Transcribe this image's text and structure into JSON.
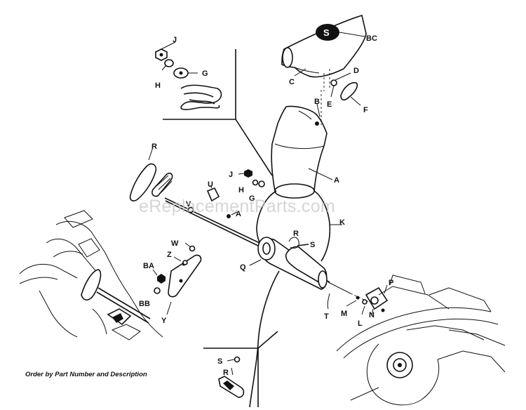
{
  "watermark": "eReplacementParts.com",
  "footer_note": "Order by Part Number and Description",
  "chute_badge": "S",
  "labels": {
    "j_top": "J",
    "h_top": "H",
    "g_top": "G",
    "bc": "BC",
    "c": "C",
    "d": "D",
    "e": "E",
    "f": "F",
    "b": "B",
    "r_grip": "R",
    "j_mid": "J",
    "h_mid": "H",
    "g_mid": "G",
    "a": "A",
    "u": "U",
    "v": "V",
    "a_small": "A",
    "k": "K",
    "r_mid": "R",
    "s_mid": "S",
    "w": "W",
    "z": "Z",
    "ba": "BA",
    "bb": "BB",
    "y": "Y",
    "q": "Q",
    "p": "P",
    "m": "M",
    "n": "N",
    "l": "L",
    "t": "T",
    "s_bot": "S",
    "r_bot": "R"
  }
}
